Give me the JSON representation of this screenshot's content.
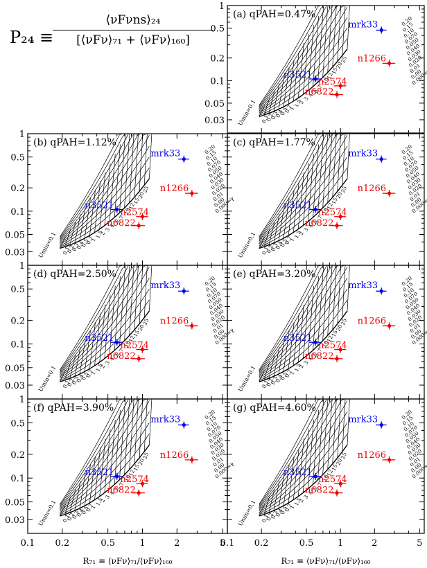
{
  "formula": {
    "lhs": "P₂₄ ≡",
    "numerator": "⟨νFνns⟩₂₄",
    "denominator": "[⟨νFν⟩₇₁ + ⟨νFν⟩₁₆₀]"
  },
  "xlabel": "R₇₁ ≡ ⟨νFν⟩₇₁/⟨νFν⟩₁₆₀",
  "umin_label": "Umin=0.1",
  "grid_labels": {
    "umin": [
      "0.15",
      "0.2",
      "0.3",
      "0.4",
      "0.5",
      "0.7",
      "1",
      "1.5",
      "2",
      "3",
      "4",
      "5",
      "7",
      "10",
      "12",
      "15",
      "20",
      "25"
    ],
    "gamma": [
      "0.20",
      "0.15",
      "0.10",
      "0.070",
      "0.050",
      "0.040",
      "0.030",
      "0.020",
      "0.01",
      "0.00",
      "0.000=γ"
    ]
  },
  "chart_data": [
    {
      "label": "(a) qPAH=0.47%",
      "type": "scatter",
      "xscale": "log",
      "yscale": "log",
      "xlim": [
        0.1,
        5.5
      ],
      "ylim": [
        0.02,
        1
      ]
    },
    {
      "label": "(b) qPAH=1.12%",
      "type": "scatter",
      "xscale": "log",
      "yscale": "log",
      "xlim": [
        0.1,
        5.5
      ],
      "ylim": [
        0.02,
        1
      ]
    },
    {
      "label": "(c) qPAH=1.77%",
      "type": "scatter",
      "xscale": "log",
      "yscale": "log",
      "xlim": [
        0.1,
        5.5
      ],
      "ylim": [
        0.02,
        1
      ]
    },
    {
      "label": "(d) qPAH=2.50%",
      "type": "scatter",
      "xscale": "log",
      "yscale": "log",
      "xlim": [
        0.1,
        5.5
      ],
      "ylim": [
        0.02,
        1
      ]
    },
    {
      "label": "(e) qPAH=3.20%",
      "type": "scatter",
      "xscale": "log",
      "yscale": "log",
      "xlim": [
        0.1,
        5.5
      ],
      "ylim": [
        0.02,
        1
      ]
    },
    {
      "label": "(f) qPAH=3.90%",
      "type": "scatter",
      "xscale": "log",
      "yscale": "log",
      "xlim": [
        0.1,
        5.5
      ],
      "ylim": [
        0.02,
        1
      ]
    },
    {
      "label": "(g) qPAH=4.60%",
      "type": "scatter",
      "xscale": "log",
      "yscale": "log",
      "xlim": [
        0.1,
        5.5
      ],
      "ylim": [
        0.02,
        1
      ]
    }
  ],
  "points": [
    {
      "name": "mrk33",
      "x": 2.3,
      "y": 0.47,
      "xerr": 0.25,
      "yerr": 0.04,
      "color": "#0000ee"
    },
    {
      "name": "n1266",
      "x": 2.7,
      "y": 0.17,
      "xerr": 0.35,
      "yerr": 0.015,
      "color": "#ee0000"
    },
    {
      "name": "n3521",
      "x": 0.6,
      "y": 0.105,
      "xerr": 0.07,
      "yerr": 0.01,
      "color": "#0000ee"
    },
    {
      "name": "n2574",
      "x": 1.0,
      "y": 0.085,
      "xerr": 0.12,
      "yerr": 0.008,
      "color": "#ee0000"
    },
    {
      "name": "n6822",
      "x": 0.93,
      "y": 0.065,
      "xerr": 0.12,
      "yerr": 0.006,
      "color": "#ee0000"
    }
  ],
  "xticks": [
    "0.1",
    "0.2",
    "0.5",
    "1",
    "2",
    "5"
  ],
  "yticks": [
    "1",
    "0.5",
    "0.2",
    "0.1",
    "0.05",
    "0.03"
  ],
  "colors": {
    "blue": "#0000ee",
    "red": "#ee0000",
    "axis": "#000000"
  }
}
